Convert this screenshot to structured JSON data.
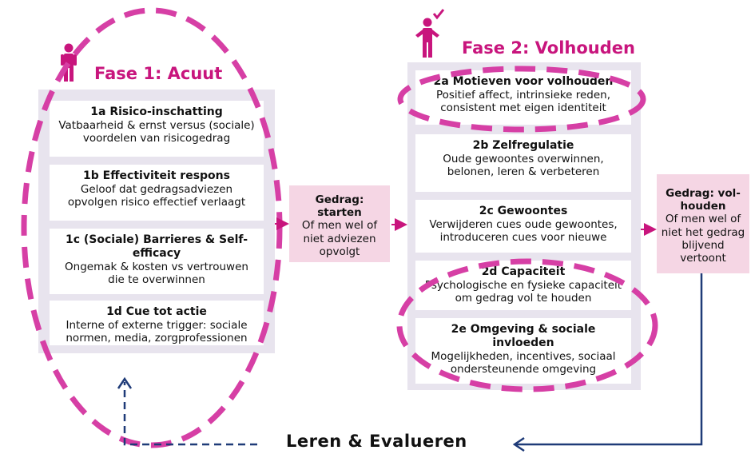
{
  "colors": {
    "accent": "#c8157d",
    "dashed_ellipse": "#d63fa5",
    "panel": "#e8e4ee",
    "pink_box": "#f5d6e4",
    "navy_line": "#1f3b78"
  },
  "icons": {
    "phase1": "person-standing-icon",
    "phase2": "person-with-check-icon"
  },
  "phase1": {
    "title": "Fase 1: Acuut",
    "boxes": [
      {
        "title": "1a Risico-inschatting",
        "desc": "Vatbaarheid & ernst versus (sociale) voordelen van risicogedrag"
      },
      {
        "title": "1b Effectiviteit respons",
        "desc": "Geloof dat gedragsadviezen opvolgen risico effectief verlaagt"
      },
      {
        "title": "1c (Sociale) Barrieres & Self-efficacy",
        "desc": "Ongemak & kosten vs vertrouwen die te overwinnen"
      },
      {
        "title": "1d Cue tot actie",
        "desc": "Interne of externe trigger: sociale normen, media, zorgprofessionen"
      }
    ]
  },
  "start_box": {
    "title": "Gedrag: starten",
    "desc": "Of men wel of niet adviezen opvolgt"
  },
  "phase2": {
    "title": "Fase 2: Volhouden",
    "boxes": [
      {
        "title": "2a Motieven voor volhouden",
        "desc": "Positief affect, intrinsieke reden, consistent met eigen identiteit"
      },
      {
        "title": "2b Zelfregulatie",
        "desc": "Oude gewoontes overwinnen, belonen, leren & verbeteren"
      },
      {
        "title": "2c Gewoontes",
        "desc": "Verwijderen cues oude gewoontes, introduceren cues voor nieuwe"
      },
      {
        "title": "2d Capaciteit",
        "desc": "Psychologische en fysieke capaciteit om gedrag vol te houden"
      },
      {
        "title": "2e Omgeving & sociale invloeden",
        "desc": "Mogelijkheden, incentives, sociaal ondersteunende omgeving"
      }
    ]
  },
  "maintain_box": {
    "title": "Gedrag: vol-houden",
    "desc": "Of men wel of niet het gedrag blijvend vertoont"
  },
  "feedback_label": "Leren & Evalueren"
}
